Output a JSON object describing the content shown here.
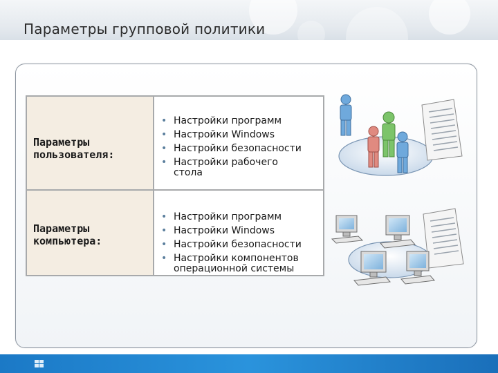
{
  "slide": {
    "title": "Параметры групповой политики"
  },
  "user_settings": {
    "label_line1": "Параметры",
    "label_line2": "пользователя:",
    "items": [
      "Настройки программ",
      "Настройки Windows",
      "Настройки безопасности",
      "Настройки рабочего"
    ],
    "item4_cont": "стола"
  },
  "computer_settings": {
    "label_line1": "Параметры",
    "label_line2": "компьютера:",
    "items": [
      "Настройки программ",
      "Настройки Windows",
      "Настройки безопасности",
      "Настройки компонентов"
    ],
    "item4_cont": "операционной системы"
  },
  "icons": {
    "bullet": "•",
    "users_graphic": "users-group-icon",
    "computers_graphic": "computers-group-icon",
    "document": "document-icon"
  },
  "colors": {
    "label_bg": "#f4ede2",
    "bullet": "#5b7f9d",
    "footer": "#2a93dc",
    "user_blue": "#6fa9dc",
    "user_green": "#7cc46a",
    "user_red": "#e08a80"
  }
}
